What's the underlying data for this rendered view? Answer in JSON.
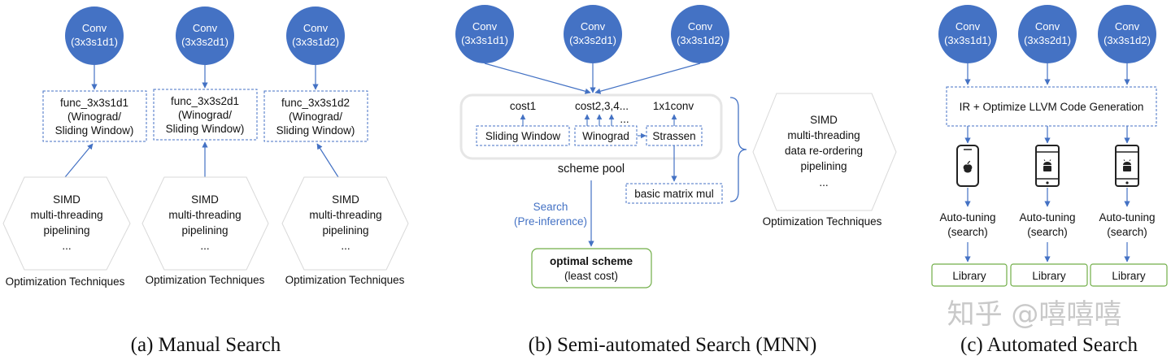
{
  "panel_a": {
    "convs": [
      {
        "name": "Conv",
        "params": "(3x3s1d1)"
      },
      {
        "name": "Conv",
        "params": "(3x3s2d1)"
      },
      {
        "name": "Conv",
        "params": "(3x3s1d2)"
      }
    ],
    "funcs": [
      {
        "name": "func_3x3s1d1",
        "line2": "(Winograd/",
        "line3": "Sliding Window)"
      },
      {
        "name": "func_3x3s2d1",
        "line2": "(Winograd/",
        "line3": "Sliding Window)"
      },
      {
        "name": "func_3x3s1d2",
        "line2": "(Winograd/",
        "line3": "Sliding Window)"
      }
    ],
    "techniques": [
      "SIMD",
      "multi-threading",
      "pipelining",
      "..."
    ],
    "tech_label": "Optimization Techniques",
    "caption": "(a) Manual Search"
  },
  "panel_b": {
    "convs": [
      {
        "name": "Conv",
        "params": "(3x3s1d1)"
      },
      {
        "name": "Conv",
        "params": "(3x3s2d1)"
      },
      {
        "name": "Conv",
        "params": "(3x3s1d2)"
      }
    ],
    "costs": [
      "cost1",
      "cost2,3,4...",
      "1x1conv"
    ],
    "schemes": [
      "Sliding Window",
      "Winograd",
      "Strassen"
    ],
    "ellipsis": "...",
    "pool_label": "scheme pool",
    "matrix_mul": "basic matrix mul",
    "search": [
      "Search",
      "(Pre-inference)"
    ],
    "optimal": [
      "optimal scheme",
      "(least cost)"
    ],
    "techniques": [
      "SIMD",
      "multi-threading",
      "data re-ordering",
      "pipelining",
      "..."
    ],
    "tech_label": "Optimization Techniques",
    "caption": "(b) Semi-automated Search (MNN)"
  },
  "panel_c": {
    "convs": [
      {
        "name": "Conv",
        "params": "(3x3s1d1)"
      },
      {
        "name": "Conv",
        "params": "(3x3s2d1)"
      },
      {
        "name": "Conv",
        "params": "(3x3s1d2)"
      }
    ],
    "ir": "IR + Optimize LLVM Code Generation",
    "tuning": [
      "Auto-tuning",
      "(search)"
    ],
    "library": "Library",
    "caption": "(c) Automated Search"
  },
  "colors": {
    "conv": "#4472c4",
    "line": "#4472c4",
    "green": "#70ad47",
    "hex": "#d9d9d9"
  },
  "watermark": "知乎 @嘻嘻嘻"
}
